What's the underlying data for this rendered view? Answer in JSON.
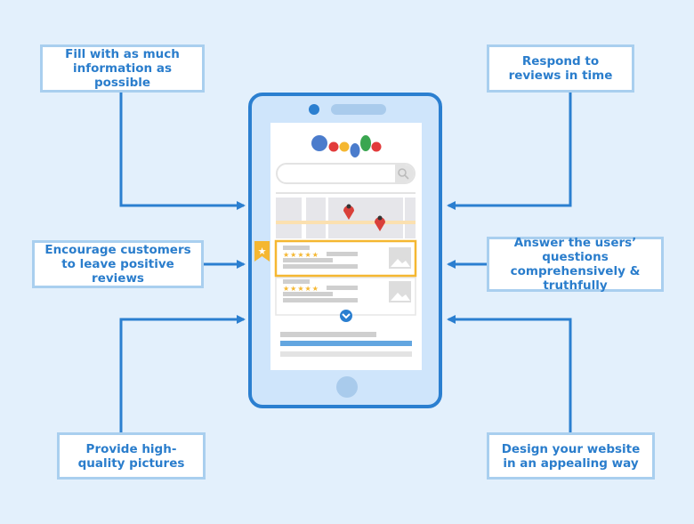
{
  "tips": [
    {
      "text": "Fill with as much information as possible"
    },
    {
      "text": "Respond to reviews in time"
    },
    {
      "text": "Encourage customers to leave positive reviews"
    },
    {
      "text": "Answer the users’ questions comprehensively & truthfully"
    },
    {
      "text": "Provide high-quality pictures"
    },
    {
      "text": "Design your website in an appealing way"
    }
  ],
  "phone": {
    "logo": "Google",
    "rating_stars": 5
  },
  "colors": {
    "accent": "#2b7fd0",
    "highlight": "#f5b731",
    "background": "#e3f0fc"
  }
}
